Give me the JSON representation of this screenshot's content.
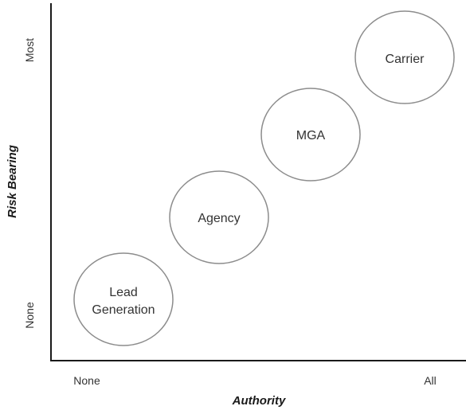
{
  "axes": {
    "x_title": "Authority",
    "y_title": "Risk Bearing",
    "x_ticks": {
      "min": "None",
      "max": "All"
    },
    "y_ticks": {
      "min": "None",
      "max": "Most"
    }
  },
  "nodes": [
    {
      "id": "lead-generation",
      "lines": [
        "Lead",
        "Generation"
      ]
    },
    {
      "id": "agency",
      "lines": [
        "Agency"
      ]
    },
    {
      "id": "mga",
      "lines": [
        "MGA"
      ]
    },
    {
      "id": "carrier",
      "lines": [
        "Carrier"
      ]
    }
  ],
  "colors": {
    "axis": "#1a1a1a",
    "node_stroke": "#8c8c8c",
    "text": "#333333"
  }
}
